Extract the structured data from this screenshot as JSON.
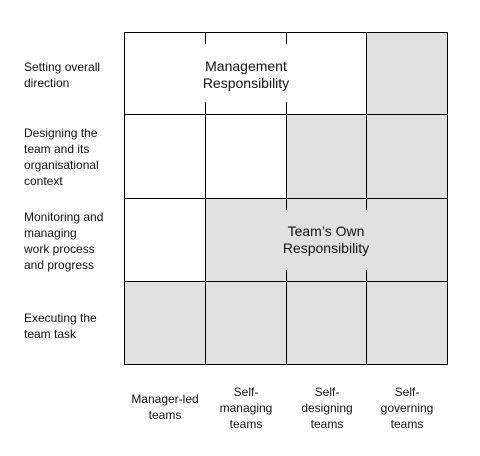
{
  "rows": [
    {
      "label": "Setting overall\ndirection"
    },
    {
      "label": "Designing the\nteam and its\norganisational\ncontext"
    },
    {
      "label": "Monitoring and\nmanaging\nwork process\nand progress"
    },
    {
      "label": "Executing the\nteam task"
    }
  ],
  "columns": [
    {
      "label": "Manager-led\nteams"
    },
    {
      "label": "Self-\nmanaging\nteams"
    },
    {
      "label": "Self-\ndesigning\nteams"
    },
    {
      "label": "Self-\ngoverning\nteams"
    }
  ],
  "regions": {
    "management": "Management\nResponsibility",
    "team": "Team’s Own\nResponsibility"
  },
  "shading": [
    [
      false,
      false,
      false,
      true
    ],
    [
      false,
      false,
      true,
      true
    ],
    [
      false,
      true,
      true,
      true
    ],
    [
      true,
      true,
      true,
      true
    ]
  ],
  "colors": {
    "shaded": "#e1e1e1",
    "unshaded": "#ffffff",
    "lines": "#000000"
  }
}
